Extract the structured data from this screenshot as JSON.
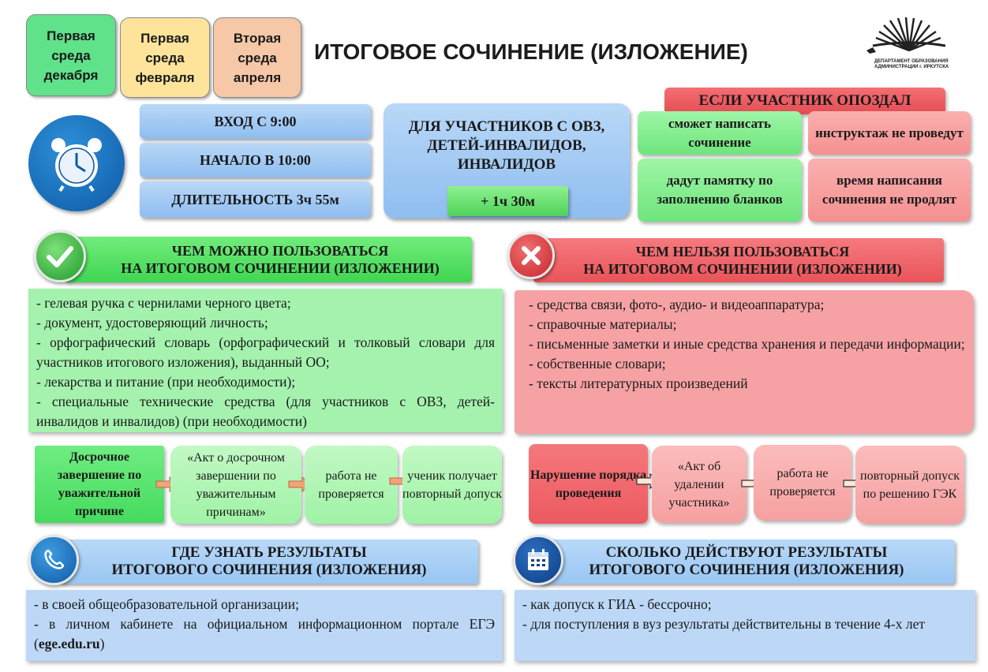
{
  "dates": [
    {
      "label": "Первая среда декабря",
      "color": "#5fe28a"
    },
    {
      "label": "Первая среда февраля",
      "color": "#fde49a"
    },
    {
      "label": "Вторая среда апреля",
      "color": "#f6c8a8"
    }
  ],
  "title": "ИТОГОВОЕ СОЧИНЕНИЕ (ИЗЛОЖЕНИЕ)",
  "logo": {
    "icon": "open-book-logo",
    "text": "ДЕПАРТАМЕНТ ОБРАЗОВАНИЯ АДМИНИСТРАЦИИ г. ИРКУТСКА"
  },
  "schedule": {
    "icon": "alarm-clock-icon",
    "entry": "ВХОД С 9:00",
    "start": "НАЧАЛО В 10:00",
    "duration": "ДЛИТЕЛЬНОСТЬ 3ч 55м"
  },
  "ovz": {
    "text": "ДЛЯ УЧАСТНИКОВ С ОВЗ, ДЕТЕЙ-ИНВАЛИДОВ, ИНВАЛИДОВ",
    "extra": "+ 1ч 30м"
  },
  "late": {
    "title": "ЕСЛИ УЧАСТНИК ОПОЗДАЛ",
    "can_write": "сможет написать сочинение",
    "no_briefing": "инструктаж не проведут",
    "memo": "дадут памятку по заполнению бланков",
    "no_extend": "время написания сочинения не продлят"
  },
  "allowed": {
    "icon": "checkmark-icon",
    "header_line1": "ЧЕМ МОЖНО ПОЛЬЗОВАТЬСЯ",
    "header_line2": "НА ИТОГОВОМ СОЧИНЕНИИ (ИЗЛОЖЕНИИ)",
    "items": [
      "- гелевая ручка с чернилами черного цвета;",
      "- документ, удостоверяющий личность;",
      "- орфографический словарь (орфографический и толковый словари для участников итогового изложения), выданный ОО;",
      "- лекарства и питание (при необходимости);",
      "- специальные технические средства (для участников с ОВЗ, детей-инвалидов и инвалидов) (при необходимости)"
    ]
  },
  "forbidden": {
    "icon": "cross-icon",
    "header_line1": "ЧЕМ НЕЛЬЗЯ ПОЛЬЗОВАТЬСЯ",
    "header_line2": "НА ИТОГОВОМ СОЧИНЕНИИ (ИЗЛОЖЕНИИ)",
    "items": [
      "- средства связи, фото-, аудио- и видеоаппаратура;",
      "- справочные материалы;",
      "- письменные заметки и иные средства хранения и передачи информации;",
      "- собственные словари;",
      "- тексты литературных произведений"
    ]
  },
  "early_flow": [
    "Досрочное завершение по уважительной причине",
    "«Акт о досрочном завершении по уважительным причинам»",
    "работа не проверяется",
    "ученик получает повторный допуск"
  ],
  "violation_flow": [
    "Нарушение порядка проведения",
    "«Акт об удалении участника»",
    "работа не проверяется",
    "повторный допуск по решению ГЭК"
  ],
  "results_where": {
    "icon": "telephone-icon",
    "header_line1": "ГДЕ УЗНАТЬ РЕЗУЛЬТАТЫ",
    "header_line2": "ИТОГОВОГО СОЧИНЕНИЯ (ИЗЛОЖЕНИЯ)",
    "line1": "- в своей общеобразовательной организации;",
    "line2_pre": "- в личном кабинете на официальном информационном портале ЕГЭ (",
    "line2_link": "ege.edu.ru",
    "line2_post": ")"
  },
  "results_valid": {
    "icon": "calendar-icon",
    "header_line1": "СКОЛЬКО ДЕЙСТВУЮТ РЕЗУЛЬТАТЫ",
    "header_line2": "ИТОГОВОГО СОЧИНЕНИЯ (ИЗЛОЖЕНИЯ)",
    "line1": "- как допуск к ГИА - бессрочно;",
    "line2": "- для поступления в вуз результаты действительны в течение 4-х лет"
  }
}
